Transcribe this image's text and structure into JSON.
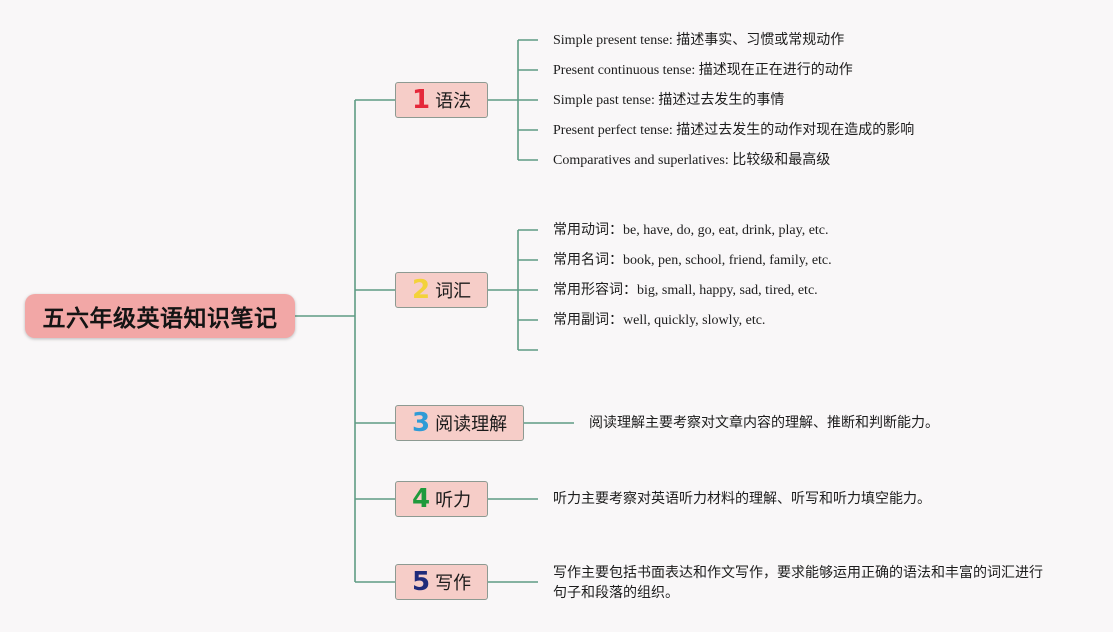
{
  "root": {
    "title": "五六年级英语知识笔记"
  },
  "branches": [
    {
      "number": "1",
      "number_color": "#e5283a",
      "label": "语法",
      "items": [
        "Simple present tense: 描述事实、习惯或常规动作",
        "Present continuous tense: 描述现在正在进行的动作",
        "Simple past tense: 描述过去发生的事情",
        "Present perfect tense: 描述过去发生的动作对现在造成的影响",
        "Comparatives and superlatives: 比较级和最高级"
      ]
    },
    {
      "number": "2",
      "number_color": "#f3d23a",
      "label": "词汇",
      "items": [
        "常用动词：be, have, do, go, eat, drink, play, etc.",
        "常用名词：book, pen, school, friend, family, etc.",
        "常用形容词：big, small, happy, sad, tired, etc.",
        "常用副词：well, quickly, slowly, etc.",
        ""
      ]
    },
    {
      "number": "3",
      "number_color": "#2f9bd6",
      "label": "阅读理解",
      "description": "阅读理解主要考察对文章内容的理解、推断和判断能力。"
    },
    {
      "number": "4",
      "number_color": "#1f9a3c",
      "label": "听力",
      "description": "听力主要考察对英语听力材料的理解、听写和听力填空能力。"
    },
    {
      "number": "5",
      "number_color": "#1f2a7a",
      "label": "写作",
      "description": "写作主要包括书面表达和作文写作，要求能够运用正确的语法和丰富的词汇进行句子和段落的组织。"
    }
  ],
  "colors": {
    "connector": "#5f9b84"
  }
}
